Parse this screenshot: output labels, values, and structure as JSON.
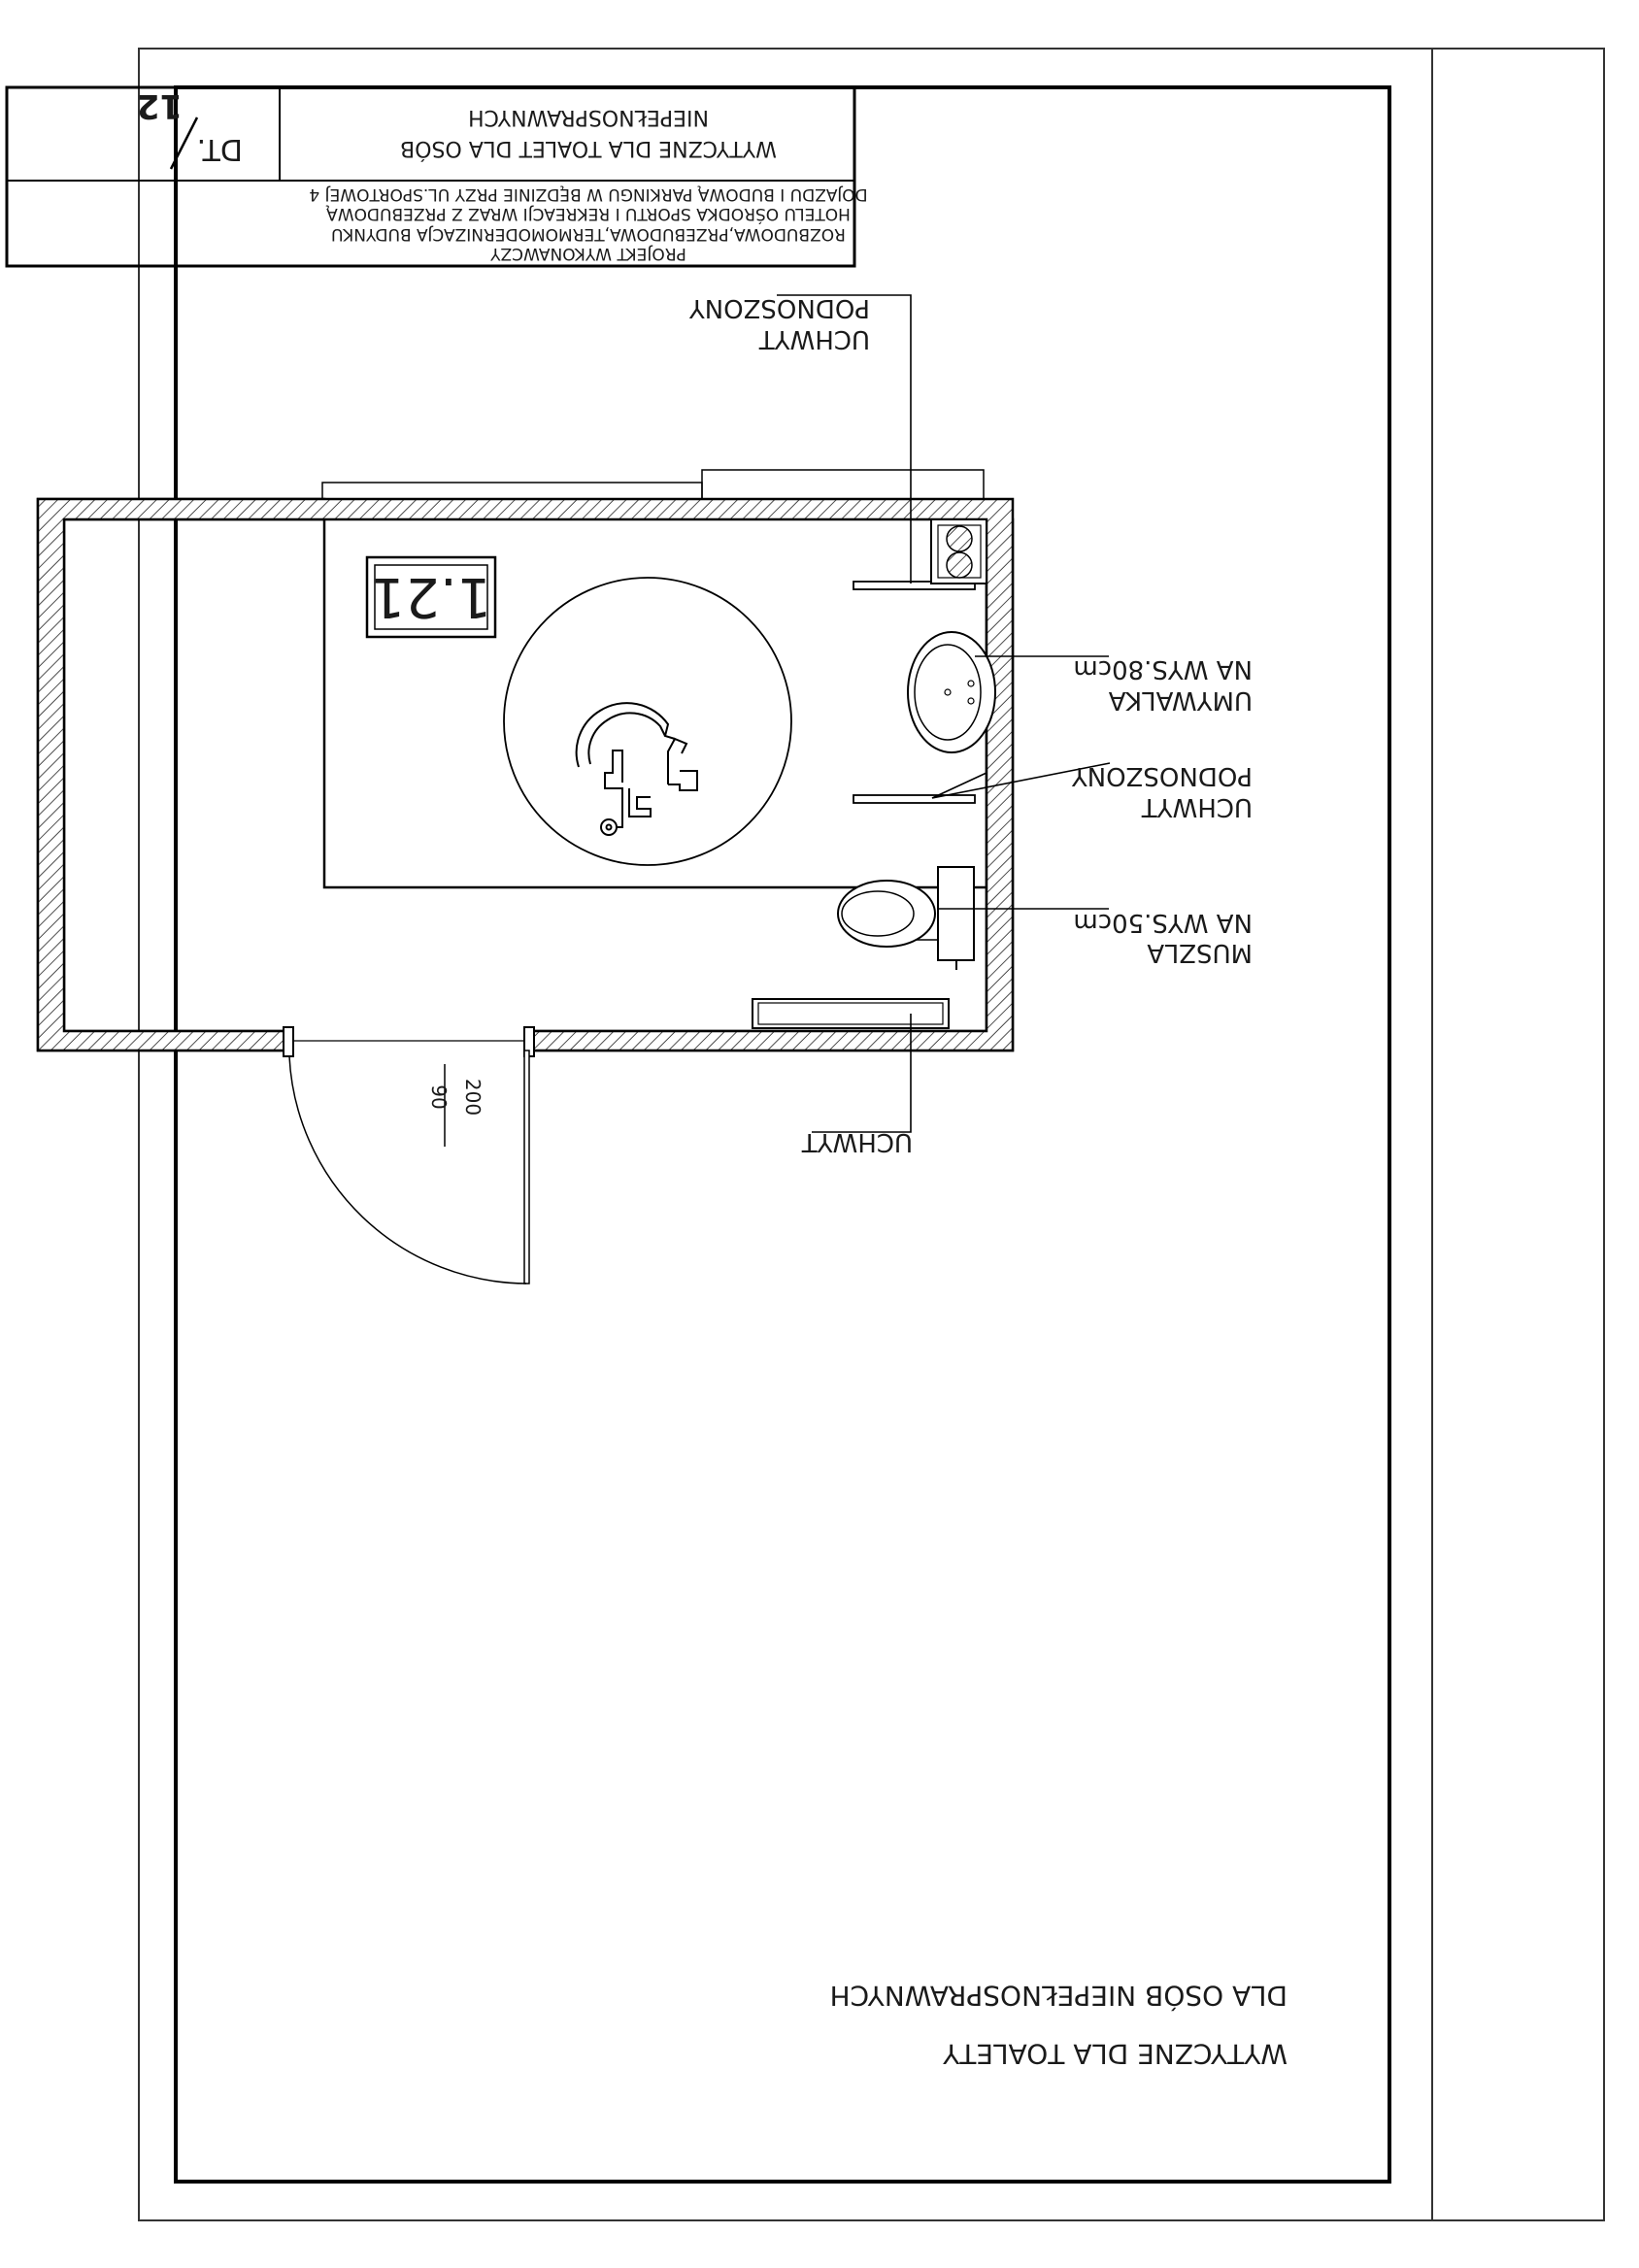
{
  "title_block": {
    "project_heading": "PROJEKT WYKONAWCZY",
    "project_line_1": "ROZBUDOWA,PRZEBUDOWA,TERMOMODERNIZACJA BUDYNKU",
    "project_line_2": "HOTELU OŚRODKA SPORTU I REKREACJI WRAZ Z PRZEBUDOWĄ",
    "project_line_3": "DOJAZDU I BUDOWĄ PARKINGU W BĘDZINIE PRZY UL.SPORTOWEJ 4",
    "drawing_title_1": "WYTYCZNE DLA TOALET DLA OSÓB",
    "drawing_title_2": "NIEPEŁNOSPRAWNYCH",
    "sheet_code": "DT.",
    "sheet_number": "12"
  },
  "plan": {
    "room_number": "1.21",
    "door_label_top": "90",
    "door_label_bottom": "200",
    "callouts": [
      {
        "lines": [
          "UCHWYT"
        ]
      },
      {
        "lines": [
          "MUSZLA",
          "NA WYS.50cm"
        ]
      },
      {
        "lines": [
          "UCHWYT",
          "PODNOSZONY"
        ]
      },
      {
        "lines": [
          "UMYWALKA",
          "NA WYS.80cm"
        ]
      },
      {
        "lines": [
          "UCHWYT",
          "PODNOSZONY"
        ]
      }
    ]
  },
  "sheet_title": {
    "line_1": "WYTYCZNE DLA TOALETY",
    "line_2": "DLA OSÓB NIEPEŁNOSPRAWNYCH"
  }
}
